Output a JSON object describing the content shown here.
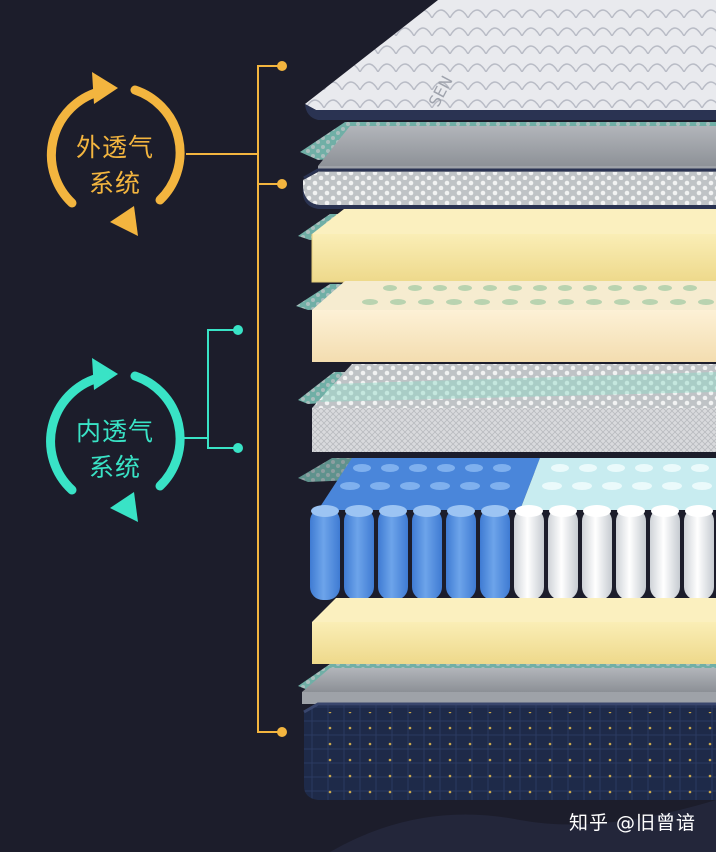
{
  "outer_system": {
    "line1": "外透气",
    "line2": "系统",
    "color": "#f3b53f"
  },
  "inner_system": {
    "line1": "内透气",
    "line2": "系统",
    "color": "#39e3c6"
  },
  "watermark": {
    "text": "知乎 @旧曾谙"
  },
  "mattress_label": "SEN",
  "colors": {
    "background": "#1c1d2b",
    "foam_yellow": "#f4e29f",
    "latex_cream": "#f8e7c2",
    "spring_blue": "#5b93de",
    "spring_white": "#f2f4f6",
    "base_navy": "#1e2a49",
    "mesh_teal": "#4fcfb2"
  }
}
